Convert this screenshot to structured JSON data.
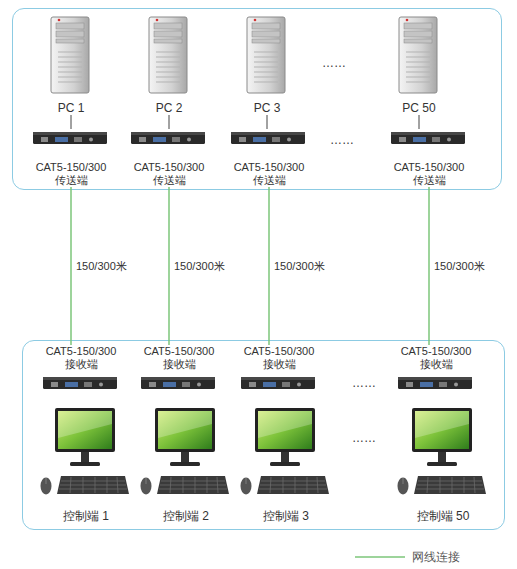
{
  "diagram": {
    "nodes": [
      {
        "text": []
      },
      {
        "text": [
          "PC 1"
        ],
        "in": 0
      },
      {
        "text": [
          "PC 2"
        ],
        "in": 0
      },
      {
        "text": [
          "PC 3"
        ],
        "in": 0
      },
      {
        "text": [
          "PC 50"
        ],
        "in": 0
      },
      {
        "text": [
          "CAT5-150/300 传送端"
        ],
        "in": 0
      },
      {
        "text": [
          "CAT5-150/300 传送端"
        ],
        "in": 0
      },
      {
        "text": [
          "CAT5-150/300 传送端"
        ],
        "in": 0
      },
      {
        "text": [
          "CAT5-150/300 传送端"
        ],
        "in": 0
      },
      {
        "text": []
      },
      {
        "text": [
          "CAT5-150/300 接收端"
        ],
        "in": 9
      },
      {
        "text": [
          "CAT5-150/300 接收端"
        ],
        "in": 9
      },
      {
        "text": [
          "CAT5-150/300 接收端"
        ],
        "in": 9
      },
      {
        "text": [
          "CAT5-150/300 接收端"
        ],
        "in": 9
      },
      {
        "text": [
          "控制端 1"
        ],
        "in": 9
      },
      {
        "text": [
          "控制端 2"
        ],
        "in": 9
      },
      {
        "text": [
          "控制端 3"
        ],
        "in": 9
      },
      {
        "text": [
          "控制端 50"
        ],
        "in": 9
      }
    ],
    "edges": [
      {
        "from": 1,
        "to": 5,
        "arrow": "none"
      },
      {
        "from": 2,
        "to": 6,
        "arrow": "none"
      },
      {
        "from": 3,
        "to": 7,
        "arrow": "none"
      },
      {
        "from": 4,
        "to": 8,
        "arrow": "none"
      },
      {
        "from": 5,
        "to": 10,
        "label": "150/300米",
        "arrow": "none"
      },
      {
        "from": 6,
        "to": 11,
        "label": "150/300米",
        "arrow": "none"
      },
      {
        "from": 7,
        "to": 12,
        "label": "150/300米",
        "arrow": "none"
      },
      {
        "from": 8,
        "to": 13,
        "label": "150/300米",
        "arrow": "none"
      }
    ],
    "labels": [
      "……",
      "……",
      "……",
      "……"
    ],
    "legend": [
      {
        "text": "网线连接"
      }
    ]
  }
}
